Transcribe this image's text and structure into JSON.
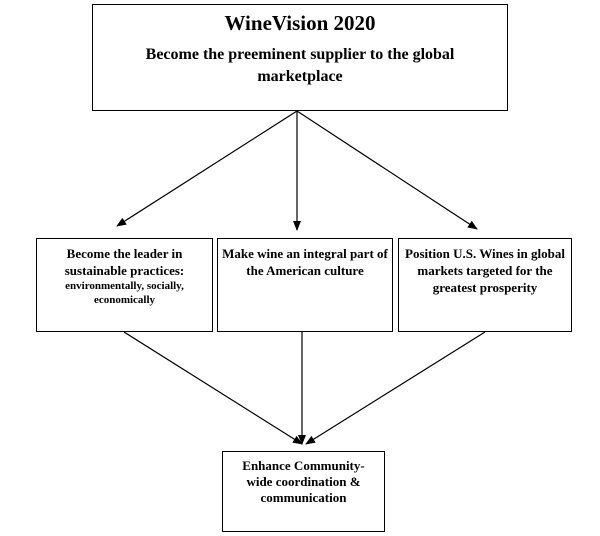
{
  "top": {
    "title": "WineVision 2020",
    "subtitle": "Become the preeminent supplier to the global marketplace"
  },
  "middle": [
    {
      "main": "Become the leader in sustainable practices:",
      "detail": "environmentally, socially, economically"
    },
    {
      "main": "Make wine an integral part of the American culture"
    },
    {
      "main": "Position U.S. Wines in global markets targeted for the greatest prosperity"
    }
  ],
  "bottom": {
    "text": "Enhance Community-wide coordination & communication"
  }
}
